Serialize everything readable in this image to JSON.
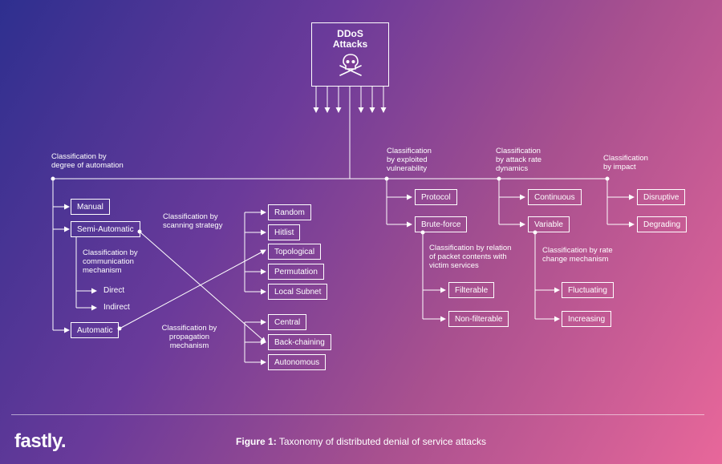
{
  "root": {
    "title": "DDoS\nAttacks",
    "icon": "skull-crossbones-icon"
  },
  "labels": {
    "automation": "Classification by\ndegree of automation",
    "scanning": "Classification by\nscanning strategy",
    "communication": "Classification by\ncommunication\nmechanism",
    "propagation": "Classification by\npropagation\nmechanism",
    "vulnerability": "Classification\nby exploited\nvulnerability",
    "packet": "Classification by relation\nof packet contents with\nvictim services",
    "rate": "Classification\nby attack rate\ndynamics",
    "rate_change": "Classification by rate\nchange mechanism",
    "impact": "Classification\nby impact"
  },
  "automation_nodes": {
    "manual": "Manual",
    "semi": "Semi-Automatic",
    "automatic": "Automatic"
  },
  "communication_items": {
    "direct": "Direct",
    "indirect": "Indirect"
  },
  "scanning_nodes": [
    "Random",
    "Hitlist",
    "Topological",
    "Permutation",
    "Local Subnet"
  ],
  "propagation_nodes": [
    "Central",
    "Back-chaining",
    "Autonomous"
  ],
  "vulnerability_nodes": {
    "protocol": "Protocol",
    "brute": "Brute-force"
  },
  "packet_nodes": [
    "Filterable",
    "Non-filterable"
  ],
  "rate_nodes": {
    "continuous": "Continuous",
    "variable": "Variable"
  },
  "rate_change_nodes": [
    "Fluctuating",
    "Increasing"
  ],
  "impact_nodes": [
    "Disruptive",
    "Degrading"
  ],
  "footer": {
    "logo": "fastly.",
    "caption_bold": "Figure 1:",
    "caption_text": " Taxonomy of distributed denial of service attacks"
  },
  "colors": {
    "line": "#ffffff",
    "bg_start": "#2e2f8f",
    "bg_end": "#e8679a"
  }
}
